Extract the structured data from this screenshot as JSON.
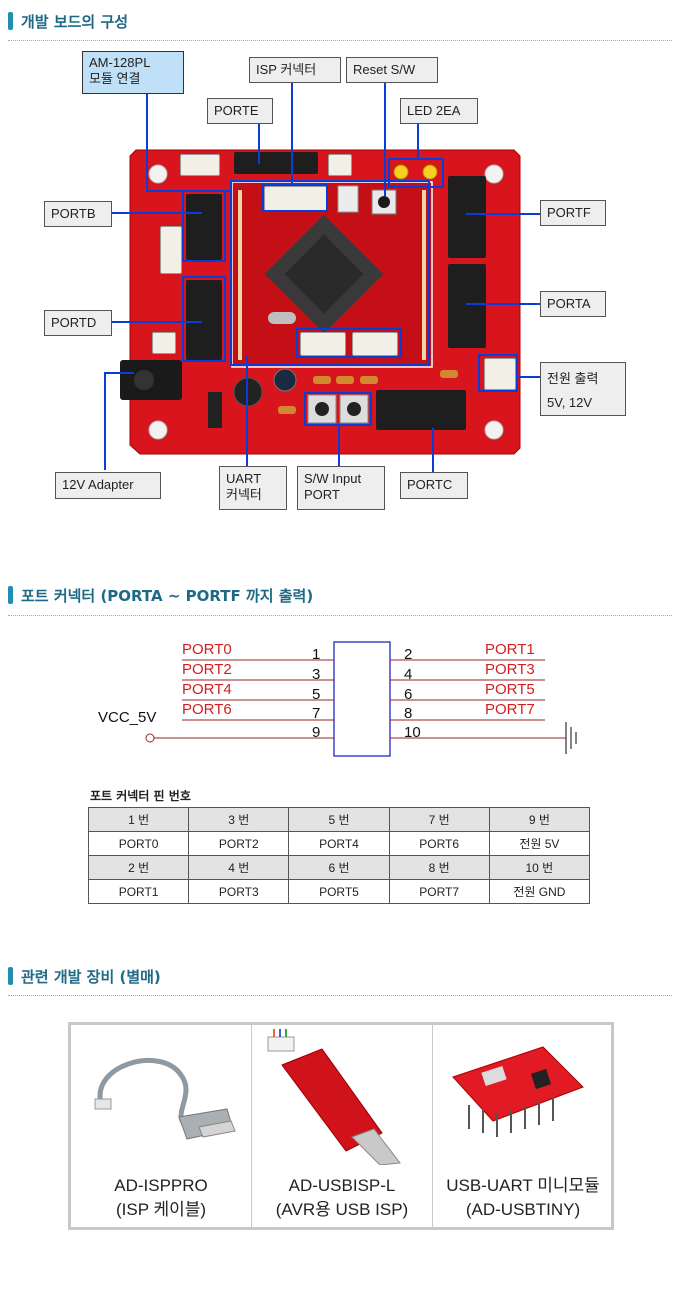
{
  "sections": {
    "board": {
      "title": "개발 보드의 구성"
    },
    "connector": {
      "title": "포트 커넥터 (PORTA ~ PORTF 까지 출력)"
    },
    "equipment": {
      "title": "관련 개발 장비 (별매)"
    }
  },
  "board_labels": {
    "am128": [
      "AM-128PL",
      "모듈 연결"
    ],
    "isp": "ISP 커넥터",
    "reset": "Reset S/W",
    "porte": "PORTE",
    "led": "LED 2EA",
    "portb": "PORTB",
    "portf": "PORTF",
    "porta": "PORTA",
    "portd": "PORTD",
    "power": [
      "전원 출력",
      "5V, 12V"
    ],
    "adapter": "12V Adapter",
    "uart": [
      "UART",
      "커넥터"
    ],
    "sw_input": [
      "S/W Input",
      "PORT"
    ],
    "portc": "PORTC"
  },
  "schematic": {
    "left_labels": [
      "PORT0",
      "PORT2",
      "PORT4",
      "PORT6"
    ],
    "right_labels": [
      "PORT1",
      "PORT3",
      "PORT5",
      "PORT7"
    ],
    "left_pins": [
      "1",
      "3",
      "5",
      "7",
      "9"
    ],
    "right_pins": [
      "2",
      "4",
      "6",
      "8",
      "10"
    ],
    "vcc_label": "VCC_5V"
  },
  "pin_table": {
    "title": "포트 커넥터 핀 번호",
    "rows": [
      [
        "1 번",
        "3 번",
        "5 번",
        "7 번",
        "9 번"
      ],
      [
        "PORT0",
        "PORT2",
        "PORT4",
        "PORT6",
        "전원 5V"
      ],
      [
        "2 번",
        "4 번",
        "6 번",
        "8 번",
        "10 번"
      ],
      [
        "PORT1",
        "PORT3",
        "PORT5",
        "PORT7",
        "전원 GND"
      ]
    ]
  },
  "equipment": [
    {
      "name": "AD-ISPPRO",
      "desc": "(ISP 케이블)"
    },
    {
      "name": "AD-USBISP-L",
      "desc": "(AVR용 USB ISP)"
    },
    {
      "name": "USB-UART 미니모듈",
      "desc": "(AD-USBTINY)"
    }
  ],
  "colors": {
    "board_red": "#d8141c",
    "callout_line": "#0a3dd8",
    "schematic_red": "#d21f1f",
    "section_title": "#1e6a86"
  }
}
